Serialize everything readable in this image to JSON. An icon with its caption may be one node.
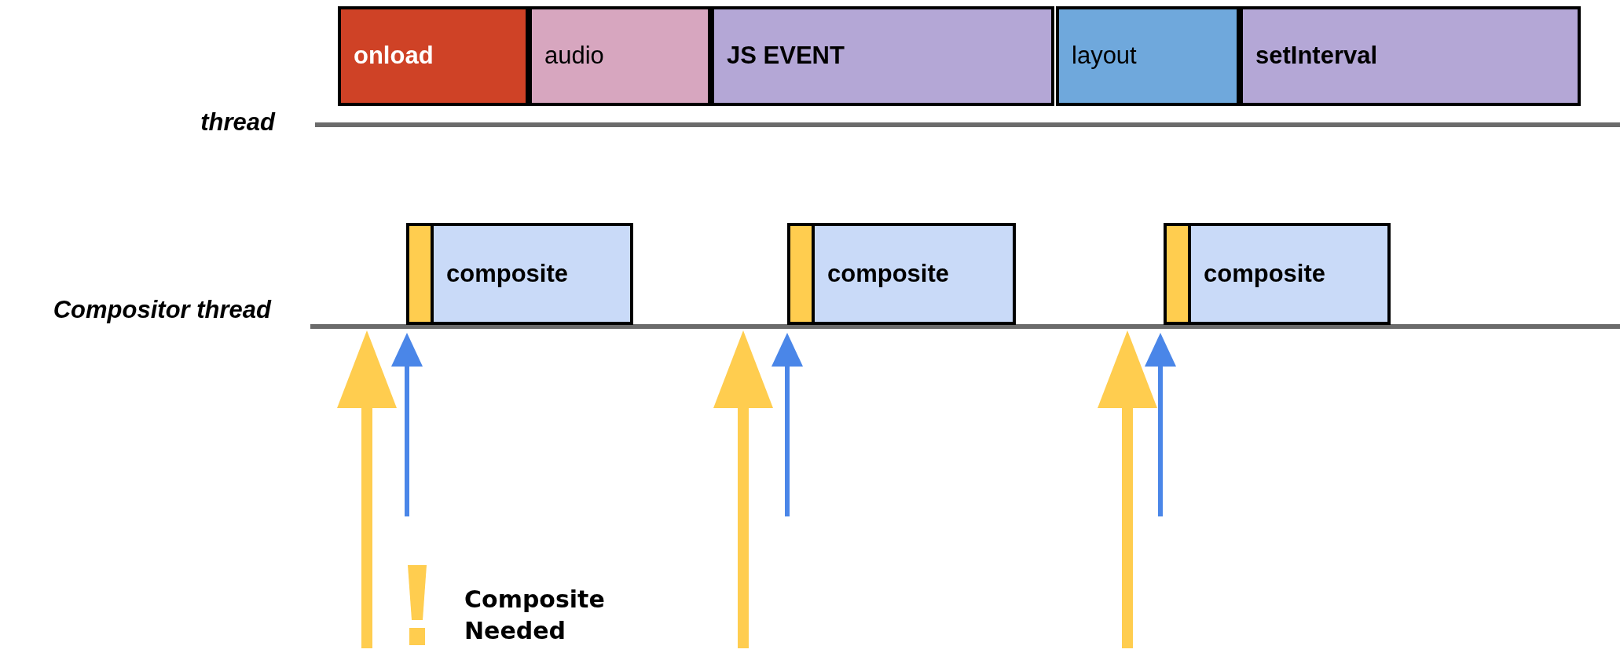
{
  "diagram": {
    "nodes": [
      {
        "text": [
          "onload"
        ]
      },
      {
        "text": [
          "audio"
        ]
      },
      {
        "text": [
          "JS EVENT"
        ]
      },
      {
        "text": [
          "layout"
        ]
      },
      {
        "text": [
          "setInterval"
        ]
      },
      {
        "text": [
          "composite"
        ]
      },
      {
        "text": [
          "composite"
        ]
      },
      {
        "text": [
          "composite"
        ]
      },
      {
        "text": [],
        "shape": "bar",
        "in": 5
      },
      {
        "text": [],
        "shape": "bar",
        "in": 6
      },
      {
        "text": [],
        "shape": "bar",
        "in": 7
      }
    ],
    "labels": [
      "thread",
      "Compositor thread",
      "Composite Needed"
    ]
  }
}
